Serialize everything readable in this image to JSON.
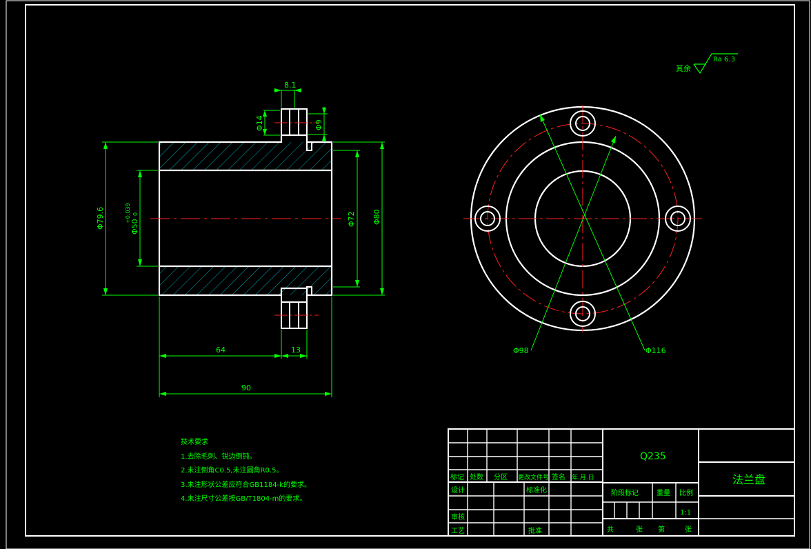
{
  "drawing": {
    "surface_finish": {
      "prefix": "其余",
      "value": "Ra 6.3"
    },
    "dims": {
      "d_8_1": "8.1",
      "d_phi14": "Φ14",
      "d_phi9": "Φ9",
      "d_phi79_6": "Φ79.6",
      "d_phi50": "Φ50",
      "d_phi50_tol": "+0.039",
      "d_phi50_tol_low": "0",
      "d_phi72": "Φ72",
      "d_phi80": "Φ80",
      "d_64": "64",
      "d_13": "13",
      "d_90": "90",
      "d_phi98": "Φ98",
      "d_phi116": "Φ116"
    },
    "tech_requirements": {
      "title": "技术要求",
      "items": [
        "1.去除毛刺、锐边倒钝。",
        "2.未注倒角C0.5,未注圆角R0.5。",
        "3.未注形状公差应符合GB1184-k的要求。",
        "4.未注尺寸公差按GB/T1804-m的要求。"
      ]
    },
    "title_block": {
      "material": "Q235",
      "part_name": "法兰盘",
      "rev_headers": [
        "标记",
        "处数",
        "分区",
        "更改文件号",
        "签名",
        "年.月.日"
      ],
      "design": "设计",
      "standardize": "标准化",
      "review": "审核",
      "process": "工艺",
      "approve": "批准",
      "stage_mark": "阶段标记",
      "weight": "重量",
      "scale": "比例",
      "scale_value": "1:1",
      "sheets": [
        "共",
        "张",
        "第",
        "张"
      ]
    }
  }
}
